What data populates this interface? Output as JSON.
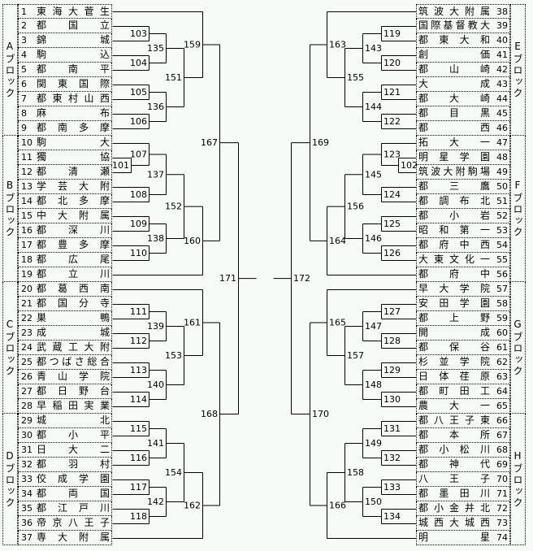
{
  "blocks": {
    "left": [
      {
        "label": "Aブロック",
        "from": 1,
        "to": 9
      },
      {
        "label": "Bブロック",
        "from": 10,
        "to": 19
      },
      {
        "label": "Cブロック",
        "from": 20,
        "to": 28
      },
      {
        "label": "Dブロック",
        "from": 29,
        "to": 37
      }
    ],
    "right": [
      {
        "label": "Eブロック",
        "from": 38,
        "to": 46
      },
      {
        "label": "Fブロック",
        "from": 47,
        "to": 56
      },
      {
        "label": "Gブロック",
        "from": 57,
        "to": 65
      },
      {
        "label": "Hブロック",
        "from": 66,
        "to": 74
      }
    ]
  },
  "teams": [
    {
      "no": "1",
      "name": "東海大菅生"
    },
    {
      "no": "2",
      "name": "都国立"
    },
    {
      "no": "3",
      "name": "錦城"
    },
    {
      "no": "4",
      "name": "駒込"
    },
    {
      "no": "5",
      "name": "都南平"
    },
    {
      "no": "6",
      "name": "関東国際"
    },
    {
      "no": "7",
      "name": "都東村山西"
    },
    {
      "no": "8",
      "name": "麻布"
    },
    {
      "no": "9",
      "name": "都南多摩"
    },
    {
      "no": "10",
      "name": "駒大"
    },
    {
      "no": "11",
      "name": "獨協"
    },
    {
      "no": "12",
      "name": "都清瀬"
    },
    {
      "no": "13",
      "name": "学芸大附"
    },
    {
      "no": "14",
      "name": "都北多摩"
    },
    {
      "no": "15",
      "name": "中大附属"
    },
    {
      "no": "16",
      "name": "都深川"
    },
    {
      "no": "17",
      "name": "都豊多摩"
    },
    {
      "no": "18",
      "name": "都広尾"
    },
    {
      "no": "19",
      "name": "都立川"
    },
    {
      "no": "20",
      "name": "都葛西南"
    },
    {
      "no": "21",
      "name": "都国分寺"
    },
    {
      "no": "22",
      "name": "巣鴨"
    },
    {
      "no": "23",
      "name": "成城"
    },
    {
      "no": "24",
      "name": "武蔵工大附"
    },
    {
      "no": "25",
      "name": "都つばさ総合"
    },
    {
      "no": "26",
      "name": "青山学院"
    },
    {
      "no": "27",
      "name": "都日野台"
    },
    {
      "no": "28",
      "name": "早稲田実業"
    },
    {
      "no": "29",
      "name": "城北"
    },
    {
      "no": "30",
      "name": "都小平"
    },
    {
      "no": "31",
      "name": "日大二"
    },
    {
      "no": "32",
      "name": "都羽村"
    },
    {
      "no": "33",
      "name": "佼成学園"
    },
    {
      "no": "34",
      "name": "都両国"
    },
    {
      "no": "35",
      "name": "都江戸川"
    },
    {
      "no": "36",
      "name": "帝京八王子"
    },
    {
      "no": "37",
      "name": "専大附属"
    },
    {
      "no": "38",
      "name": "筑波大附属"
    },
    {
      "no": "39",
      "name": "国際基督教大"
    },
    {
      "no": "40",
      "name": "都東大和"
    },
    {
      "no": "41",
      "name": "創価"
    },
    {
      "no": "42",
      "name": "都山崎"
    },
    {
      "no": "43",
      "name": "大成"
    },
    {
      "no": "44",
      "name": "都大崎"
    },
    {
      "no": "45",
      "name": "都目黒"
    },
    {
      "no": "46",
      "name": "都西"
    },
    {
      "no": "47",
      "name": "拓大一"
    },
    {
      "no": "48",
      "name": "明星学園"
    },
    {
      "no": "49",
      "name": "筑波大附駒場"
    },
    {
      "no": "50",
      "name": "都三鷹"
    },
    {
      "no": "51",
      "name": "都調布北"
    },
    {
      "no": "52",
      "name": "都小岩"
    },
    {
      "no": "53",
      "name": "昭和第一"
    },
    {
      "no": "54",
      "name": "都府中西"
    },
    {
      "no": "55",
      "name": "大東文化一"
    },
    {
      "no": "56",
      "name": "都府中"
    },
    {
      "no": "57",
      "name": "早大学院"
    },
    {
      "no": "58",
      "name": "安田学園"
    },
    {
      "no": "59",
      "name": "都上野"
    },
    {
      "no": "60",
      "name": "開成"
    },
    {
      "no": "61",
      "name": "都保谷"
    },
    {
      "no": "62",
      "name": "杉並学院"
    },
    {
      "no": "63",
      "name": "日体荏原"
    },
    {
      "no": "64",
      "name": "都町田工"
    },
    {
      "no": "65",
      "name": "農大一"
    },
    {
      "no": "66",
      "name": "都八王子東"
    },
    {
      "no": "67",
      "name": "都本所"
    },
    {
      "no": "68",
      "name": "都小松川"
    },
    {
      "no": "69",
      "name": "都神代"
    },
    {
      "no": "70",
      "name": "八王子"
    },
    {
      "no": "71",
      "name": "都墨田川"
    },
    {
      "no": "72",
      "name": "都小金井北"
    },
    {
      "no": "73",
      "name": "城西大城西"
    },
    {
      "no": "74",
      "name": "明星"
    }
  ],
  "matches": [
    {
      "id": "101",
      "round": 1,
      "a": "t11",
      "b": "t12"
    },
    {
      "id": "103",
      "round": 2,
      "a": "t2",
      "b": "t3"
    },
    {
      "id": "104",
      "round": 2,
      "a": "t4",
      "b": "t5"
    },
    {
      "id": "105",
      "round": 2,
      "a": "t6",
      "b": "t7"
    },
    {
      "id": "106",
      "round": 2,
      "a": "t8",
      "b": "t9"
    },
    {
      "id": "107",
      "round": 2,
      "a": "t10",
      "b": "m101"
    },
    {
      "id": "108",
      "round": 2,
      "a": "t13",
      "b": "t14"
    },
    {
      "id": "109",
      "round": 2,
      "a": "t15",
      "b": "t16"
    },
    {
      "id": "110",
      "round": 2,
      "a": "t17",
      "b": "t18"
    },
    {
      "id": "111",
      "round": 2,
      "a": "t21",
      "b": "t22"
    },
    {
      "id": "112",
      "round": 2,
      "a": "t23",
      "b": "t24"
    },
    {
      "id": "113",
      "round": 2,
      "a": "t25",
      "b": "t26"
    },
    {
      "id": "114",
      "round": 2,
      "a": "t27",
      "b": "t28"
    },
    {
      "id": "115",
      "round": 2,
      "a": "t29",
      "b": "t30"
    },
    {
      "id": "116",
      "round": 2,
      "a": "t31",
      "b": "t32"
    },
    {
      "id": "117",
      "round": 2,
      "a": "t33",
      "b": "t34"
    },
    {
      "id": "118",
      "round": 2,
      "a": "t35",
      "b": "t36"
    },
    {
      "id": "135",
      "round": 3,
      "a": "m103",
      "b": "m104"
    },
    {
      "id": "136",
      "round": 3,
      "a": "m105",
      "b": "m106"
    },
    {
      "id": "137",
      "round": 3,
      "a": "m107",
      "b": "m108"
    },
    {
      "id": "138",
      "round": 3,
      "a": "m109",
      "b": "m110"
    },
    {
      "id": "139",
      "round": 3,
      "a": "m111",
      "b": "m112"
    },
    {
      "id": "140",
      "round": 3,
      "a": "m113",
      "b": "m114"
    },
    {
      "id": "141",
      "round": 3,
      "a": "m115",
      "b": "m116"
    },
    {
      "id": "142",
      "round": 3,
      "a": "m117",
      "b": "m118"
    },
    {
      "id": "151",
      "round": 4,
      "a": "m135",
      "b": "m136"
    },
    {
      "id": "152",
      "round": 4,
      "a": "m137",
      "b": "m138"
    },
    {
      "id": "153",
      "round": 4,
      "a": "m139",
      "b": "m140"
    },
    {
      "id": "154",
      "round": 4,
      "a": "m141",
      "b": "m142"
    },
    {
      "id": "159",
      "round": 5,
      "a": "t1",
      "b": "m151"
    },
    {
      "id": "160",
      "round": 5,
      "a": "m152",
      "b": "t19"
    },
    {
      "id": "161",
      "round": 5,
      "a": "t20",
      "b": "m153"
    },
    {
      "id": "162",
      "round": 5,
      "a": "m154",
      "b": "t37"
    },
    {
      "id": "167",
      "round": 6,
      "a": "m159",
      "b": "m160"
    },
    {
      "id": "168",
      "round": 6,
      "a": "m161",
      "b": "m162"
    },
    {
      "id": "171",
      "round": 7,
      "a": "m167",
      "b": "m168"
    },
    {
      "id": "102",
      "round": 1,
      "a": "t48",
      "b": "t49"
    },
    {
      "id": "119",
      "round": 2,
      "a": "t39",
      "b": "t40"
    },
    {
      "id": "120",
      "round": 2,
      "a": "t41",
      "b": "t42"
    },
    {
      "id": "121",
      "round": 2,
      "a": "t43",
      "b": "t44"
    },
    {
      "id": "122",
      "round": 2,
      "a": "t45",
      "b": "t46"
    },
    {
      "id": "123",
      "round": 2,
      "a": "t47",
      "b": "m102"
    },
    {
      "id": "124",
      "round": 2,
      "a": "t50",
      "b": "t51"
    },
    {
      "id": "125",
      "round": 2,
      "a": "t52",
      "b": "t53"
    },
    {
      "id": "126",
      "round": 2,
      "a": "t54",
      "b": "t55"
    },
    {
      "id": "127",
      "round": 2,
      "a": "t58",
      "b": "t59"
    },
    {
      "id": "128",
      "round": 2,
      "a": "t60",
      "b": "t61"
    },
    {
      "id": "129",
      "round": 2,
      "a": "t62",
      "b": "t63"
    },
    {
      "id": "130",
      "round": 2,
      "a": "t64",
      "b": "t65"
    },
    {
      "id": "131",
      "round": 2,
      "a": "t66",
      "b": "t67"
    },
    {
      "id": "132",
      "round": 2,
      "a": "t68",
      "b": "t69"
    },
    {
      "id": "133",
      "round": 2,
      "a": "t70",
      "b": "t71"
    },
    {
      "id": "134",
      "round": 2,
      "a": "t72",
      "b": "t73"
    },
    {
      "id": "143",
      "round": 3,
      "a": "m119",
      "b": "m120"
    },
    {
      "id": "144",
      "round": 3,
      "a": "m121",
      "b": "m122"
    },
    {
      "id": "145",
      "round": 3,
      "a": "m123",
      "b": "m124"
    },
    {
      "id": "146",
      "round": 3,
      "a": "m125",
      "b": "m126"
    },
    {
      "id": "147",
      "round": 3,
      "a": "m127",
      "b": "m128"
    },
    {
      "id": "148",
      "round": 3,
      "a": "m129",
      "b": "m130"
    },
    {
      "id": "149",
      "round": 3,
      "a": "m131",
      "b": "m132"
    },
    {
      "id": "150",
      "round": 3,
      "a": "m133",
      "b": "m134"
    },
    {
      "id": "155",
      "round": 4,
      "a": "m143",
      "b": "m144"
    },
    {
      "id": "156",
      "round": 4,
      "a": "m145",
      "b": "m146"
    },
    {
      "id": "157",
      "round": 4,
      "a": "m147",
      "b": "m148"
    },
    {
      "id": "158",
      "round": 4,
      "a": "m149",
      "b": "m150"
    },
    {
      "id": "163",
      "round": 5,
      "a": "t38",
      "b": "m155"
    },
    {
      "id": "164",
      "round": 5,
      "a": "m156",
      "b": "t56"
    },
    {
      "id": "165",
      "round": 5,
      "a": "t57",
      "b": "m157"
    },
    {
      "id": "166",
      "round": 5,
      "a": "m158",
      "b": "t74"
    },
    {
      "id": "169",
      "round": 6,
      "a": "m163",
      "b": "m164"
    },
    {
      "id": "170",
      "round": 6,
      "a": "m165",
      "b": "m166"
    },
    {
      "id": "172",
      "round": 7,
      "a": "m169",
      "b": "m170"
    }
  ],
  "final": {
    "a": "171",
    "b": "172"
  }
}
